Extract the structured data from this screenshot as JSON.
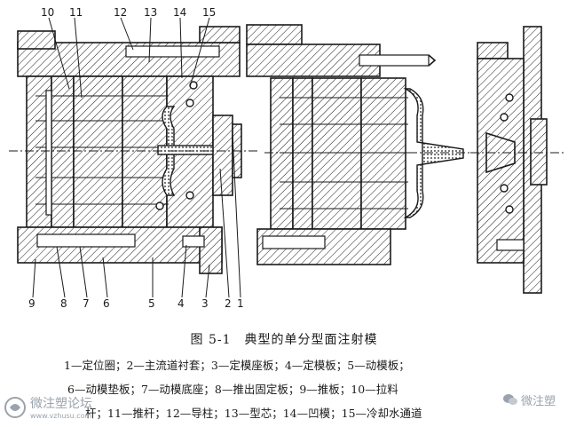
{
  "figure": {
    "labels_top": [
      "10",
      "11",
      "12",
      "13",
      "14",
      "15"
    ],
    "labels_bottom": [
      "9",
      "8",
      "7",
      "6",
      "5",
      "4",
      "3",
      "2",
      "1"
    ],
    "caption": "图 5-1　典型的单分型面注射模",
    "legend_lines": [
      "1—定位圈；2—主流道衬套；3—定模座板；4—定模板；5—动模板；",
      "6—动模垫板；7—动模底座；8—推出固定板；9—推板；10—拉料",
      "杆；11—推杆；12—导柱；13—型芯；14—凹模；15—冷却水通道"
    ]
  },
  "watermark": {
    "left_brand": "微注塑论坛",
    "left_url": "www.vzhusu.com",
    "right_brand": "微注塑"
  }
}
